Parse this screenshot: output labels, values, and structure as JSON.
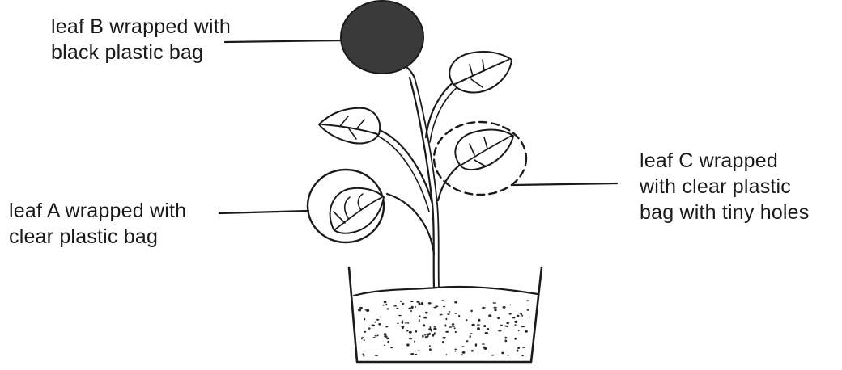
{
  "labels": {
    "leaf_b": {
      "line1": "leaf B wrapped with",
      "line2": "black plastic bag"
    },
    "leaf_a": {
      "line1": "leaf A wrapped with",
      "line2": "clear plastic bag"
    },
    "leaf_c": {
      "line1": "leaf C wrapped",
      "line2": "with clear plastic",
      "line3": "bag with tiny holes"
    }
  },
  "colors": {
    "ink": "#1a1a1a",
    "black_bag_fill": "#3a3a3a",
    "soil_speckle": "#2a2a2a"
  },
  "icons": {
    "leaf_b": "black-bag-icon",
    "leaf_a": "clear-bag-icon",
    "leaf_c": "perforated-bag-icon"
  }
}
